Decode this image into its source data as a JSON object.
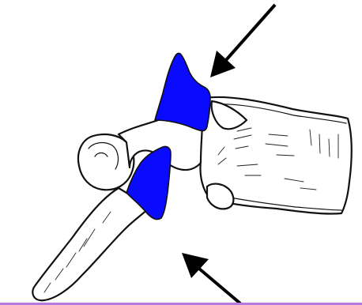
{
  "colors": {
    "highlight": "#0a0aff",
    "outline": "#111111",
    "arrow": "#000000",
    "background": "#ffffff",
    "bottom_band": "#b57be0"
  },
  "figure": {
    "highlighted_regions": [
      {
        "name": "superior-facet",
        "color": "#0a0aff"
      },
      {
        "name": "inferior-facet",
        "color": "#0a0aff"
      }
    ],
    "arrows": [
      {
        "name": "upper-arrow",
        "direction": "down-left"
      },
      {
        "name": "lower-arrow",
        "direction": "up-left"
      }
    ]
  }
}
